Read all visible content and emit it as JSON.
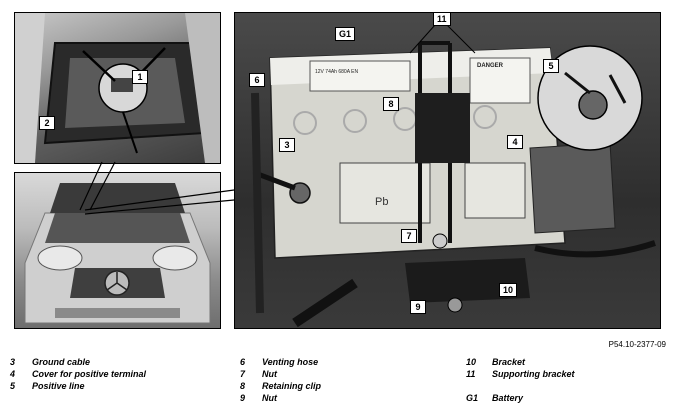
{
  "figure": {
    "reference_code": "P54.10-2377-09",
    "callouts": {
      "c1": "1",
      "c2": "2",
      "c3": "3",
      "c4": "4",
      "c5": "5",
      "c6": "6",
      "c7": "7",
      "c8": "8",
      "c9": "9",
      "c10": "10",
      "c11": "11",
      "cG1": "G1"
    },
    "battery_label": "12V 74Ah 680A EN",
    "warning_label": "DANGER",
    "pb_label": "Pb"
  },
  "legend": {
    "col1": [
      {
        "num": "3",
        "text": "Ground cable"
      },
      {
        "num": "4",
        "text": "Cover for positive terminal"
      },
      {
        "num": "5",
        "text": "Positive line"
      }
    ],
    "col2": [
      {
        "num": "6",
        "text": "Venting hose"
      },
      {
        "num": "7",
        "text": "Nut"
      },
      {
        "num": "8",
        "text": "Retaining clip"
      },
      {
        "num": "9",
        "text": "Nut"
      }
    ],
    "col3": [
      {
        "num": "10",
        "text": "Bracket"
      },
      {
        "num": "11",
        "text": "Supporting bracket"
      },
      {
        "num": "",
        "text": ""
      },
      {
        "num": "G1",
        "text": "Battery"
      }
    ]
  }
}
